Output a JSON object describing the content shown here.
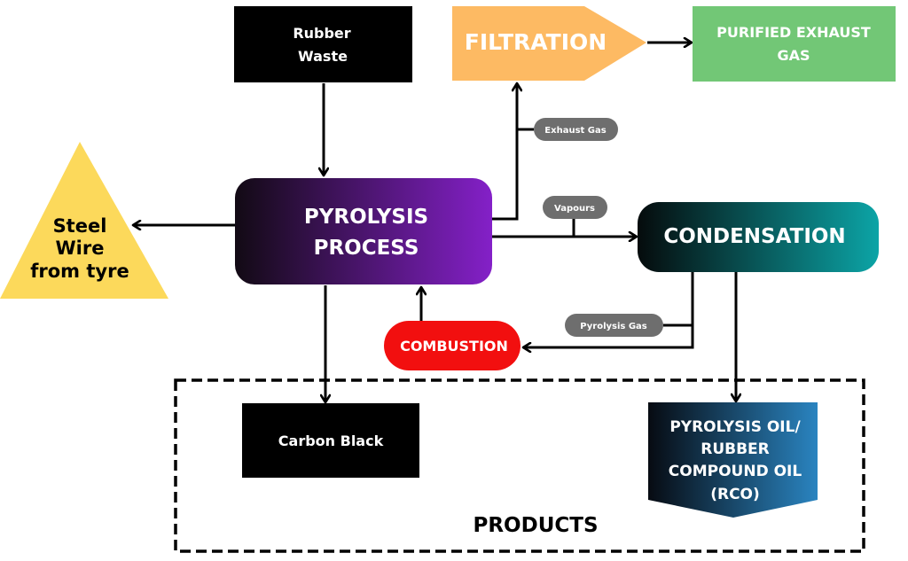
{
  "diagram": {
    "nodes": {
      "rubber_waste": {
        "lines": [
          "Rubber",
          "Waste"
        ],
        "color": "#000000"
      },
      "filtration": {
        "lines": [
          "FILTRATION"
        ],
        "color": "#FDBA63"
      },
      "purified_exhaust": {
        "lines": [
          "PURIFIED EXHAUST",
          "GAS"
        ],
        "color": "#72C776"
      },
      "steel_wire": {
        "lines": [
          "Steel",
          "Wire",
          "from tyre"
        ],
        "color": "#FCD95B"
      },
      "pyrolysis_process": {
        "lines": [
          "PYROLYSIS",
          "PROCESS"
        ],
        "gradient": [
          "#120A14",
          "#8420C8"
        ]
      },
      "condensation": {
        "lines": [
          "CONDENSATION"
        ],
        "gradient": [
          "#050B0C",
          "#0CA4A6"
        ]
      },
      "combustion": {
        "lines": [
          "COMBUSTION"
        ],
        "color": "#F20F0F"
      },
      "carbon_black": {
        "lines": [
          "Carbon Black"
        ],
        "color": "#000000"
      },
      "pyrolysis_oil": {
        "lines": [
          "PYROLYSIS OIL/",
          "RUBBER",
          "COMPOUND OIL",
          "(RCO)"
        ],
        "gradient": [
          "#070B12",
          "#2A84C0"
        ]
      }
    },
    "edge_labels": {
      "exhaust_gas": "Exhaust Gas",
      "vapours": "Vapours",
      "pyrolysis_gas": "Pyrolysis Gas"
    },
    "pill_color": "#6E6E6E",
    "group": {
      "label": "PRODUCTS"
    },
    "edges": [
      {
        "from": "Rubber Waste",
        "to": "PYROLYSIS PROCESS"
      },
      {
        "from": "PYROLYSIS PROCESS",
        "to": "Steel Wire from tyre"
      },
      {
        "from": "PYROLYSIS PROCESS",
        "to": "FILTRATION",
        "label": "Exhaust Gas"
      },
      {
        "from": "FILTRATION",
        "to": "PURIFIED EXHAUST GAS"
      },
      {
        "from": "PYROLYSIS PROCESS",
        "to": "CONDENSATION",
        "label": "Vapours"
      },
      {
        "from": "CONDENSATION",
        "to": "COMBUSTION",
        "label": "Pyrolysis Gas"
      },
      {
        "from": "COMBUSTION",
        "to": "PYROLYSIS PROCESS"
      },
      {
        "from": "PYROLYSIS PROCESS",
        "to": "Carbon Black"
      },
      {
        "from": "CONDENSATION",
        "to": "PYROLYSIS OIL/ RUBBER COMPOUND OIL (RCO)"
      }
    ]
  }
}
